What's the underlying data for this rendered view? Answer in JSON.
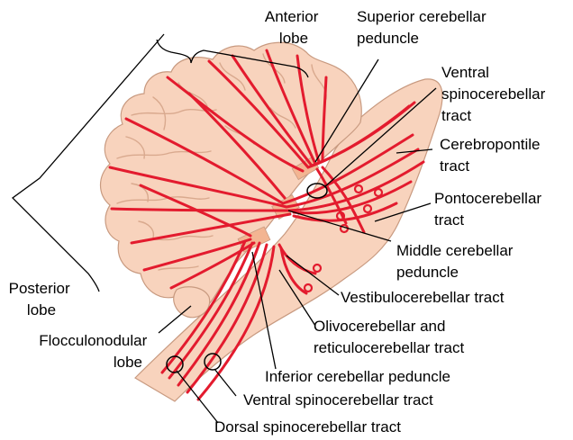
{
  "colors": {
    "tissue": "#f8d3bd",
    "tissue_outline": "#c89a80",
    "sulci": "#d9a98e",
    "tract": "#e31b2e",
    "peduncle_band": "#f3b592",
    "leader": "#000000"
  },
  "labels": {
    "anterior_lobe": [
      "Anterior",
      "lobe"
    ],
    "superior_cerebellar_peduncle": [
      "Superior cerebellar",
      "peduncle"
    ],
    "ventral_spinocerebellar_tract_top": [
      "Ventral",
      "spinocerebellar",
      "tract"
    ],
    "cerebropontile_tract": [
      "Cerebropontile",
      "tract"
    ],
    "pontocerebellar_tract": [
      "Pontocerebellar",
      "tract"
    ],
    "middle_cerebellar_peduncle": [
      "Middle cerebellar",
      "peduncle"
    ],
    "vestibulocerebellar_tract": [
      "Vestibulocerebellar tract"
    ],
    "olivocerebellar_tract": [
      "Olivocerebellar and",
      "reticulocerebellar tract"
    ],
    "inferior_cerebellar_peduncle": [
      "Inferior cerebellar peduncle"
    ],
    "ventral_spinocerebellar_tract_bottom": [
      "Ventral spinocerebellar tract"
    ],
    "dorsal_spinocerebellar_tract": [
      "Dorsal spinocerebellar tract"
    ],
    "posterior_lobe": [
      "Posterior",
      "lobe"
    ],
    "flocculonodular_lobe": [
      "Flocculonodular",
      "lobe"
    ]
  }
}
